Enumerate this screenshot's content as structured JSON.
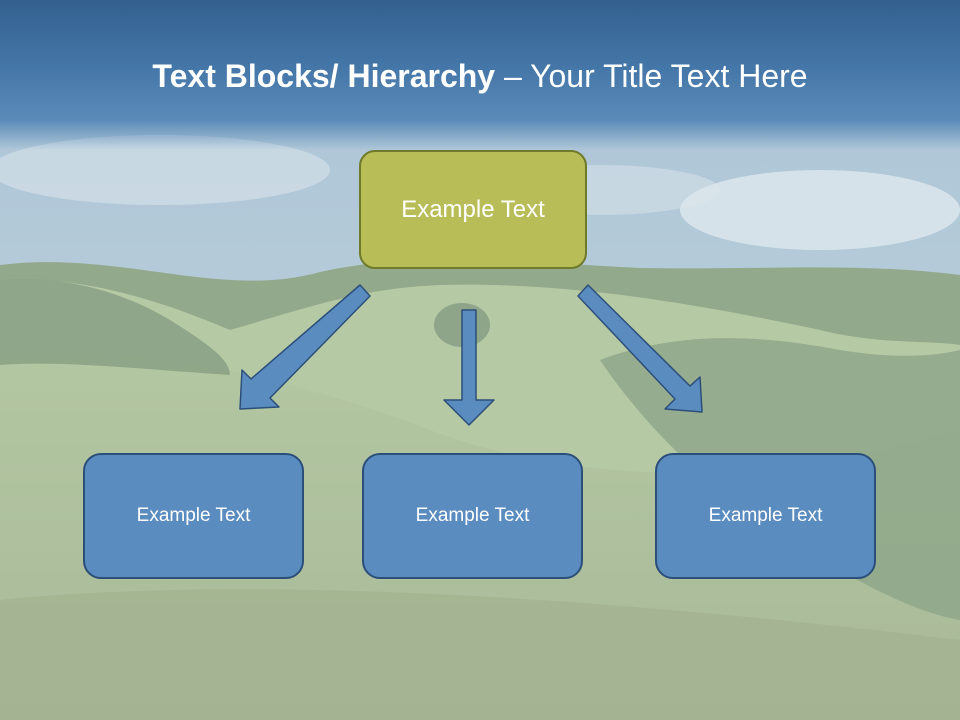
{
  "title": {
    "bold": "Text Blocks/ Hierarchy",
    "rest": " – Your Title Text Here"
  },
  "diagram": {
    "top": {
      "label": "Example Text"
    },
    "children": [
      {
        "label": "Example Text"
      },
      {
        "label": "Example Text"
      },
      {
        "label": "Example Text"
      }
    ]
  },
  "colors": {
    "title_band": "#4476a8",
    "top_box_fill": "#b8bd57",
    "top_box_border": "#6f7a2a",
    "child_box_fill": "#5a8cc0",
    "child_box_border": "#2c4f7a",
    "arrow_fill": "#5a8cc0",
    "arrow_border": "#2c4f7a"
  }
}
